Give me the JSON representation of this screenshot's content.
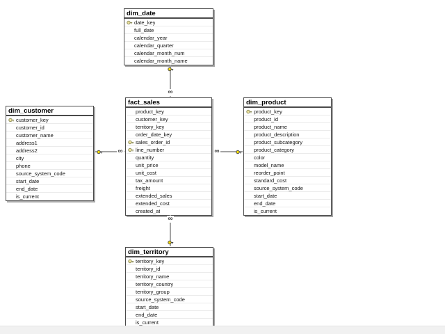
{
  "diagram": {
    "tables": [
      {
        "name": "dim_date",
        "fields": [
          {
            "name": "date_key",
            "pk": true
          },
          {
            "name": "full_date",
            "pk": false
          },
          {
            "name": "calendar_year",
            "pk": false
          },
          {
            "name": "calendar_quarter",
            "pk": false
          },
          {
            "name": "calendar_month_num",
            "pk": false
          },
          {
            "name": "calendar_month_name",
            "pk": false
          }
        ]
      },
      {
        "name": "dim_customer",
        "fields": [
          {
            "name": "customer_key",
            "pk": true
          },
          {
            "name": "customer_id",
            "pk": false
          },
          {
            "name": "customer_name",
            "pk": false
          },
          {
            "name": "address1",
            "pk": false
          },
          {
            "name": "address2",
            "pk": false
          },
          {
            "name": "city",
            "pk": false
          },
          {
            "name": "phone",
            "pk": false
          },
          {
            "name": "source_system_code",
            "pk": false
          },
          {
            "name": "start_date",
            "pk": false
          },
          {
            "name": "end_date",
            "pk": false
          },
          {
            "name": "is_current",
            "pk": false
          }
        ]
      },
      {
        "name": "fact_sales",
        "fields": [
          {
            "name": "product_key",
            "pk": false
          },
          {
            "name": "customer_key",
            "pk": false
          },
          {
            "name": "territory_key",
            "pk": false
          },
          {
            "name": "order_date_key",
            "pk": false
          },
          {
            "name": "sales_order_id",
            "pk": true
          },
          {
            "name": "line_number",
            "pk": true
          },
          {
            "name": "quantity",
            "pk": false
          },
          {
            "name": "unit_price",
            "pk": false
          },
          {
            "name": "unit_cost",
            "pk": false
          },
          {
            "name": "tax_amount",
            "pk": false
          },
          {
            "name": "freight",
            "pk": false
          },
          {
            "name": "extended_sales",
            "pk": false
          },
          {
            "name": "extended_cost",
            "pk": false
          },
          {
            "name": "created_at",
            "pk": false
          }
        ]
      },
      {
        "name": "dim_product",
        "fields": [
          {
            "name": "product_key",
            "pk": true
          },
          {
            "name": "product_id",
            "pk": false
          },
          {
            "name": "product_name",
            "pk": false
          },
          {
            "name": "product_description",
            "pk": false
          },
          {
            "name": "product_subcategory",
            "pk": false
          },
          {
            "name": "product_category",
            "pk": false
          },
          {
            "name": "color",
            "pk": false
          },
          {
            "name": "model_name",
            "pk": false
          },
          {
            "name": "reorder_point",
            "pk": false
          },
          {
            "name": "standard_cost",
            "pk": false
          },
          {
            "name": "source_system_code",
            "pk": false
          },
          {
            "name": "start_date",
            "pk": false
          },
          {
            "name": "end_date",
            "pk": false
          },
          {
            "name": "is_current",
            "pk": false
          }
        ]
      },
      {
        "name": "dim_territory",
        "fields": [
          {
            "name": "territory_key",
            "pk": true
          },
          {
            "name": "territory_id",
            "pk": false
          },
          {
            "name": "territory_name",
            "pk": false
          },
          {
            "name": "territory_country",
            "pk": false
          },
          {
            "name": "territory_group",
            "pk": false
          },
          {
            "name": "source_system_code",
            "pk": false
          },
          {
            "name": "start_date",
            "pk": false
          },
          {
            "name": "end_date",
            "pk": false
          },
          {
            "name": "is_current",
            "pk": false
          }
        ]
      }
    ],
    "relationships": [
      {
        "from": "dim_date",
        "from_cardinality": "one",
        "to": "fact_sales",
        "to_cardinality": "many"
      },
      {
        "from": "dim_customer",
        "from_cardinality": "one",
        "to": "fact_sales",
        "to_cardinality": "many"
      },
      {
        "from": "dim_product",
        "from_cardinality": "one",
        "to": "fact_sales",
        "to_cardinality": "many"
      },
      {
        "from": "dim_territory",
        "from_cardinality": "one",
        "to": "fact_sales",
        "to_cardinality": "many"
      }
    ],
    "symbols": {
      "one_end": "key-icon",
      "many_end": "infinity-icon",
      "many_glyph": "∞"
    },
    "colors": {
      "canvas": "#ffffff",
      "table_border": "#4a4a4a",
      "table_shadow": "#a8a8a8",
      "row_divider": "#ebebeb",
      "connector": "#a3a3a3",
      "key_gold": "#ffdf00",
      "row_key_fill": "#efe3a0",
      "bottom_strip": "#f1f1f1"
    }
  }
}
